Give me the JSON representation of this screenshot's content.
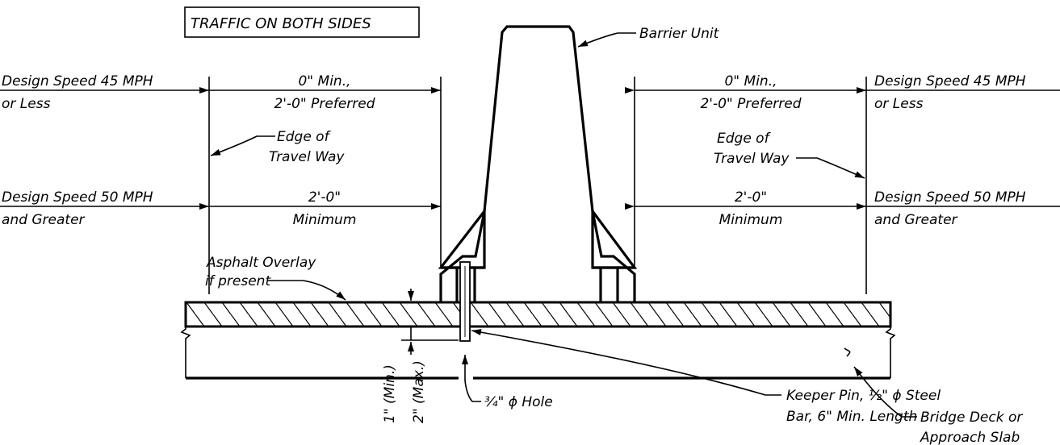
{
  "title": "TRAFFIC ON BOTH SIDES",
  "barrier_unit": "Barrier Unit",
  "left": {
    "speed45_line1": "Design Speed 45 MPH",
    "speed45_line2": "or Less",
    "dim45_line1": "0\" Min.,",
    "dim45_line2": "2'-0\" Preferred",
    "edge_line1": "Edge of",
    "edge_line2": "Travel Way",
    "speed50_line1": "Design Speed 50 MPH",
    "speed50_line2": "and Greater",
    "dim50_line1": "2'-0\"",
    "dim50_line2": "Minimum"
  },
  "right": {
    "speed45_line1": "Design Speed 45 MPH",
    "speed45_line2": "or Less",
    "dim45_line1": "0\" Min.,",
    "dim45_line2": "2'-0\" Preferred",
    "edge_line1": "Edge of",
    "edge_line2": "Travel Way",
    "speed50_line1": "Design Speed 50 MPH",
    "speed50_line2": "and Greater",
    "dim50_line1": "2'-0\"",
    "dim50_line2": "Minimum"
  },
  "asphalt_line1": "Asphalt Overlay",
  "asphalt_line2": "if present",
  "min_depth": "1\" (Min.)",
  "max_depth": "2\" (Max.)",
  "hole_label": "¾\" ϕ Hole",
  "keeper_line1": "Keeper Pin, ½\" ϕ Steel",
  "keeper_line2": "Bar, 6\" Min. Length",
  "deck_line1": "Bridge Deck or",
  "deck_line2": "Approach Slab"
}
